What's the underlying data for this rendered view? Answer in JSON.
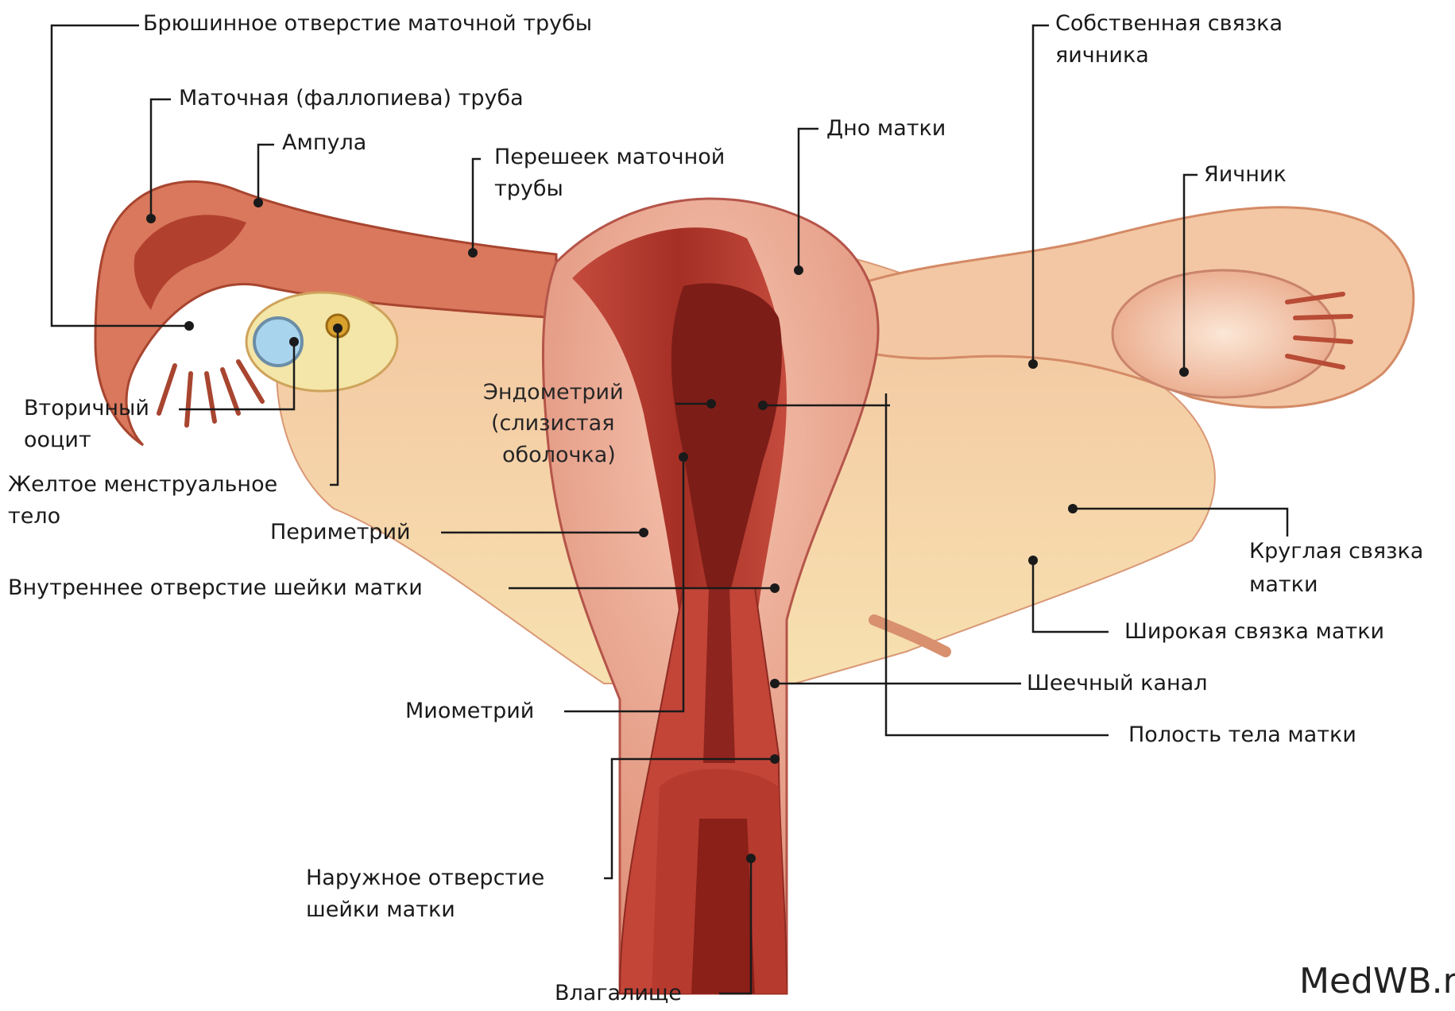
{
  "labels": {
    "abdominal_opening": "Брюшинное отверстие маточной трубы",
    "fallopian_tube": "Маточная (фаллопиева) труба",
    "ampulla": "Ампула",
    "isthmus_line1": "Перешеек маточной",
    "isthmus_line2": "трубы",
    "fundus": "Дно матки",
    "ovarian_ligament_line1": "Собственная связка",
    "ovarian_ligament_line2": "яичника",
    "ovary": "Яичник",
    "oocyte_line1": "Вторичный",
    "oocyte_line2": "ооцит",
    "corpus_luteum_line1": "Желтое менструальное",
    "corpus_luteum_line2": "тело",
    "endometrium_line1": "Эндометрий",
    "endometrium_line2": "(слизистая",
    "endometrium_line3": "оболочка)",
    "perimetrium": "Периметрий",
    "internal_os": "Внутреннее отверстие шейки матки",
    "round_ligament_line1": "Круглая связка",
    "round_ligament_line2": "матки",
    "broad_ligament": "Широкая связка матки",
    "cervical_canal": "Шеечный канал",
    "myometrium": "Миометрий",
    "uterine_cavity": "Полость тела матки",
    "external_os_line1": "Наружное отверстие",
    "external_os_line2": "шейки матки",
    "vagina": "Влагалище"
  },
  "watermark": "MedWB.ru",
  "colors": {
    "muscle_dark": "#9c2a20",
    "muscle_mid": "#c4483a",
    "tissue_light": "#f2b48f",
    "tissue_pale": "#f8d9bf",
    "ligament_yellow": "#f5dfa0",
    "leader_line": "#1a1a1a"
  }
}
